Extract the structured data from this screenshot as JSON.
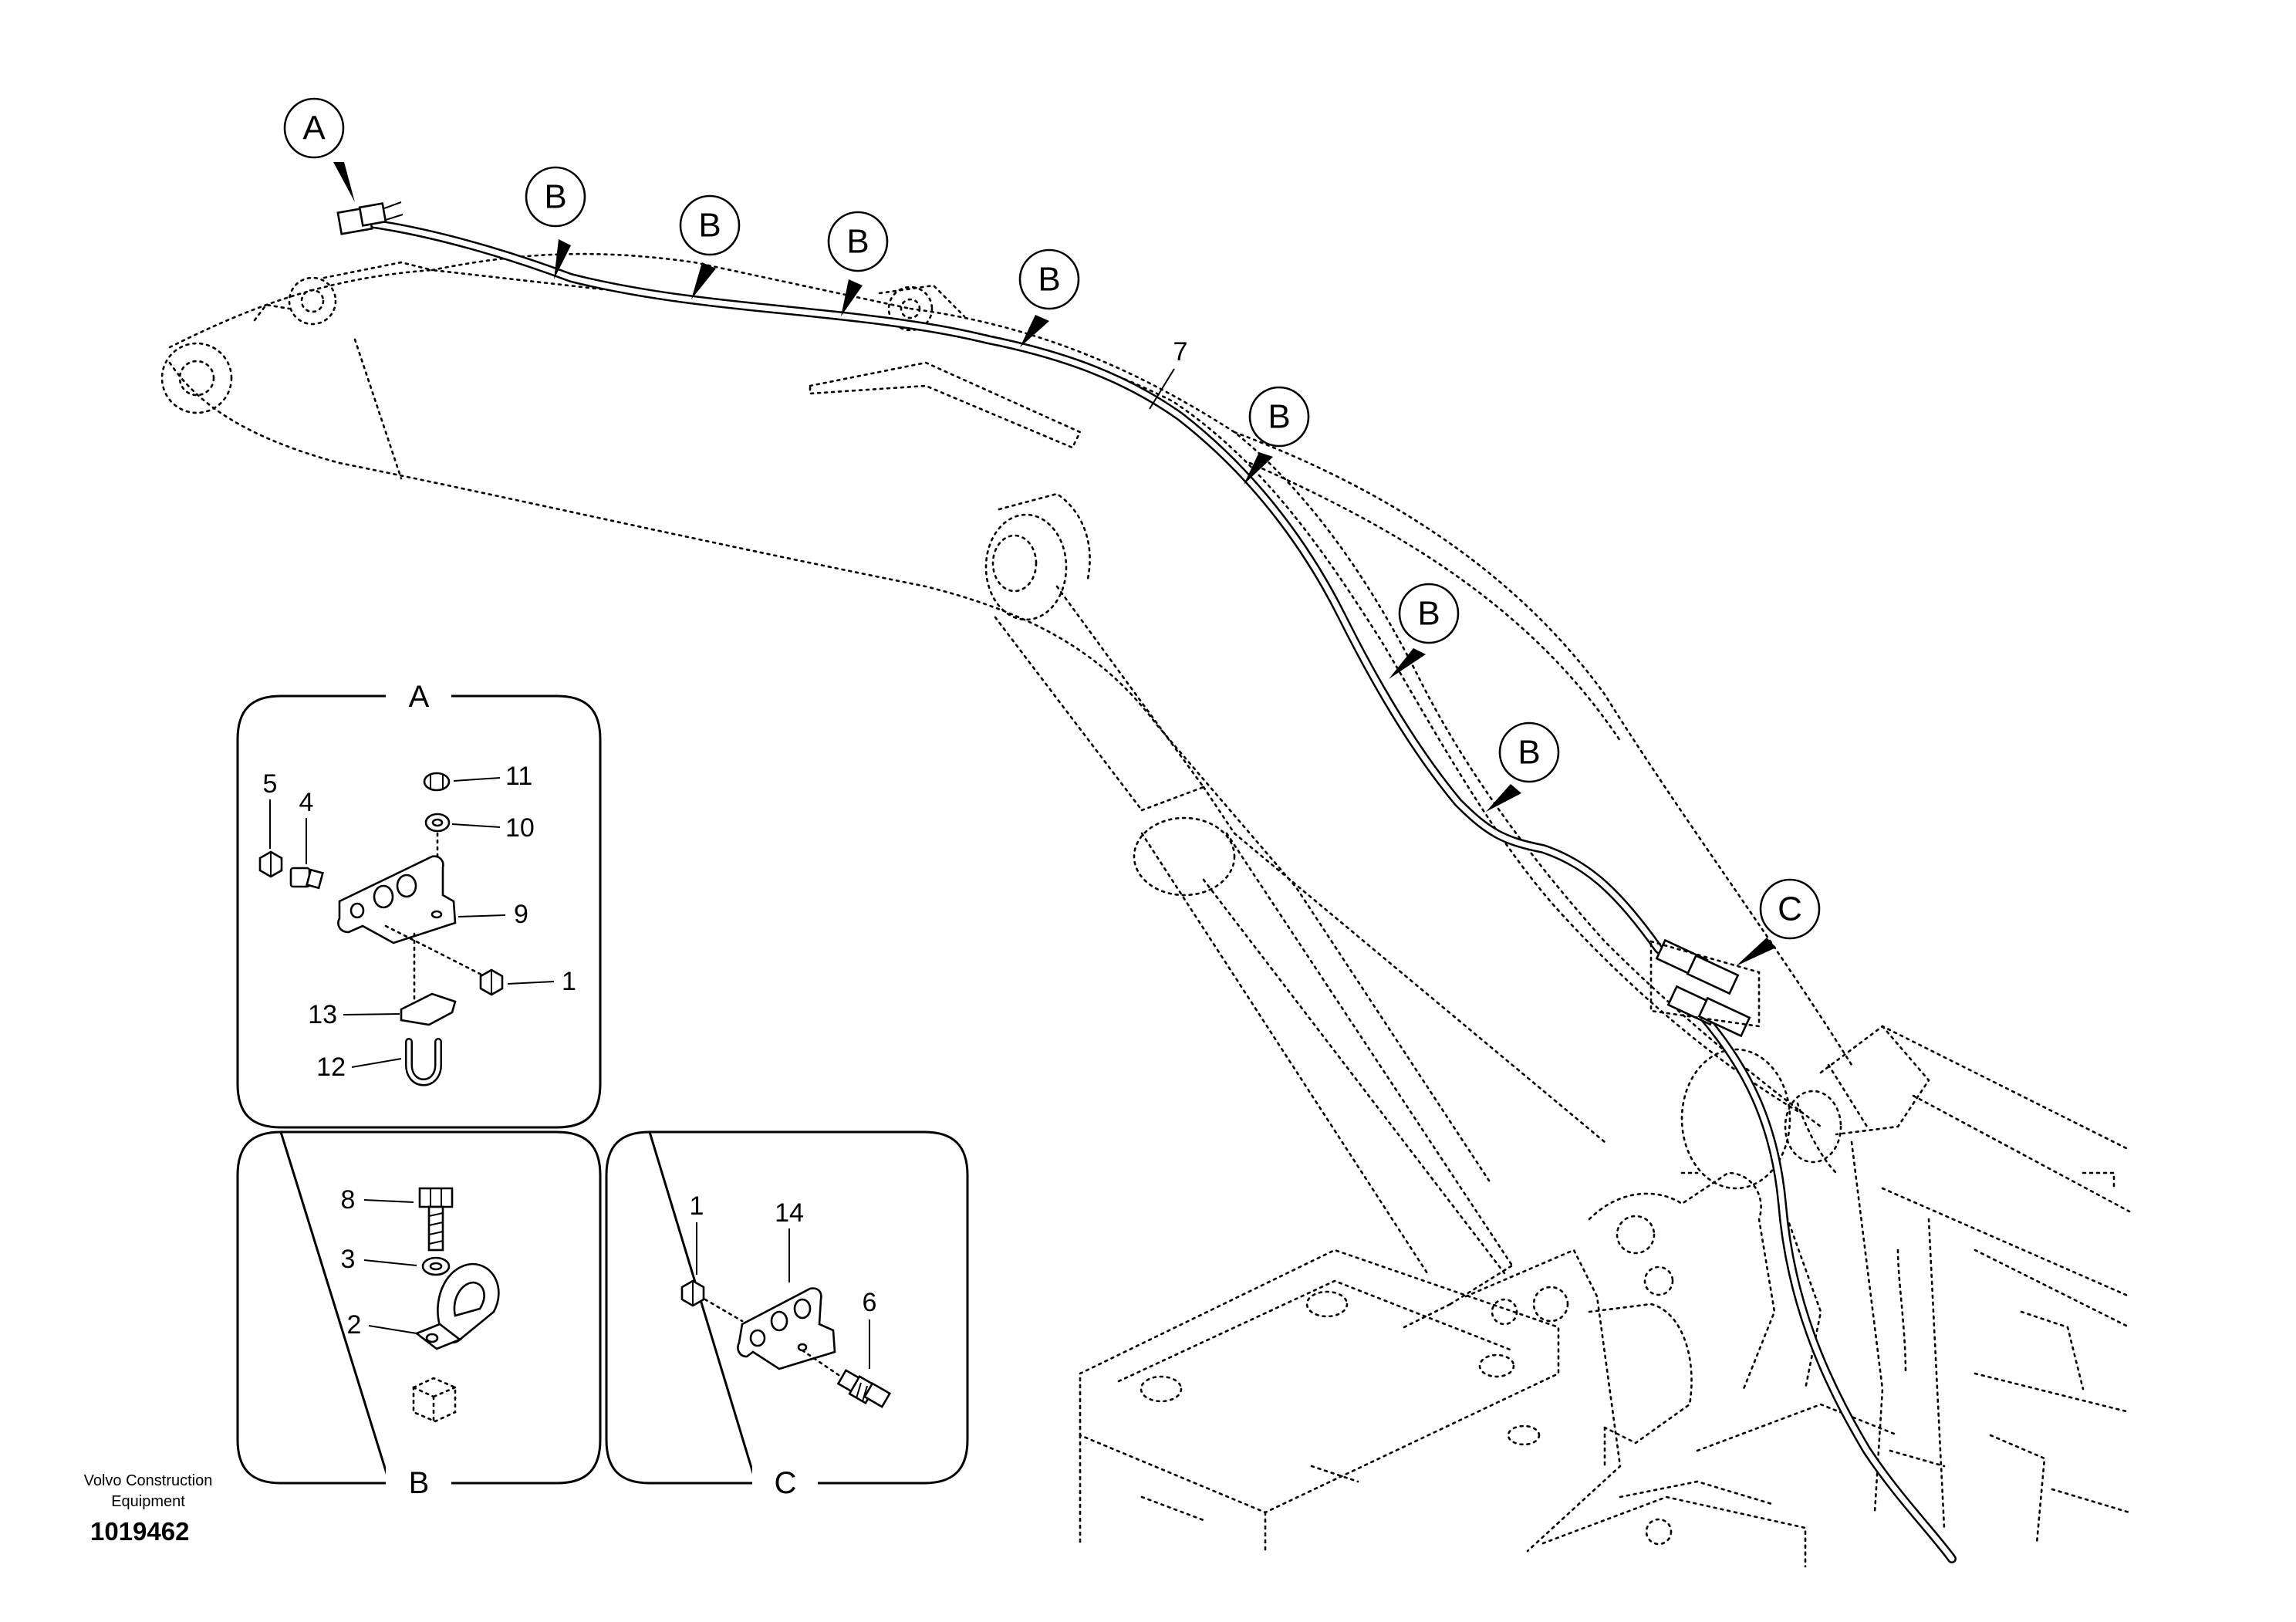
{
  "callouts": {
    "a": "A",
    "b": "B",
    "c": "C"
  },
  "hose_label": "7",
  "panels": {
    "a": {
      "title": "A",
      "labels": {
        "p5": "5",
        "p4": "4",
        "p11": "11",
        "p10": "10",
        "p9": "9",
        "p1": "1",
        "p13": "13",
        "p12": "12"
      }
    },
    "b": {
      "title": "B",
      "labels": {
        "p8": "8",
        "p3": "3",
        "p2": "2"
      }
    },
    "c": {
      "title": "C",
      "labels": {
        "p1": "1",
        "p14": "14",
        "p6": "6"
      }
    }
  },
  "footer": {
    "credit_line1": "Volvo Construction",
    "credit_line2": "Equipment",
    "doc_number": "1019462"
  }
}
